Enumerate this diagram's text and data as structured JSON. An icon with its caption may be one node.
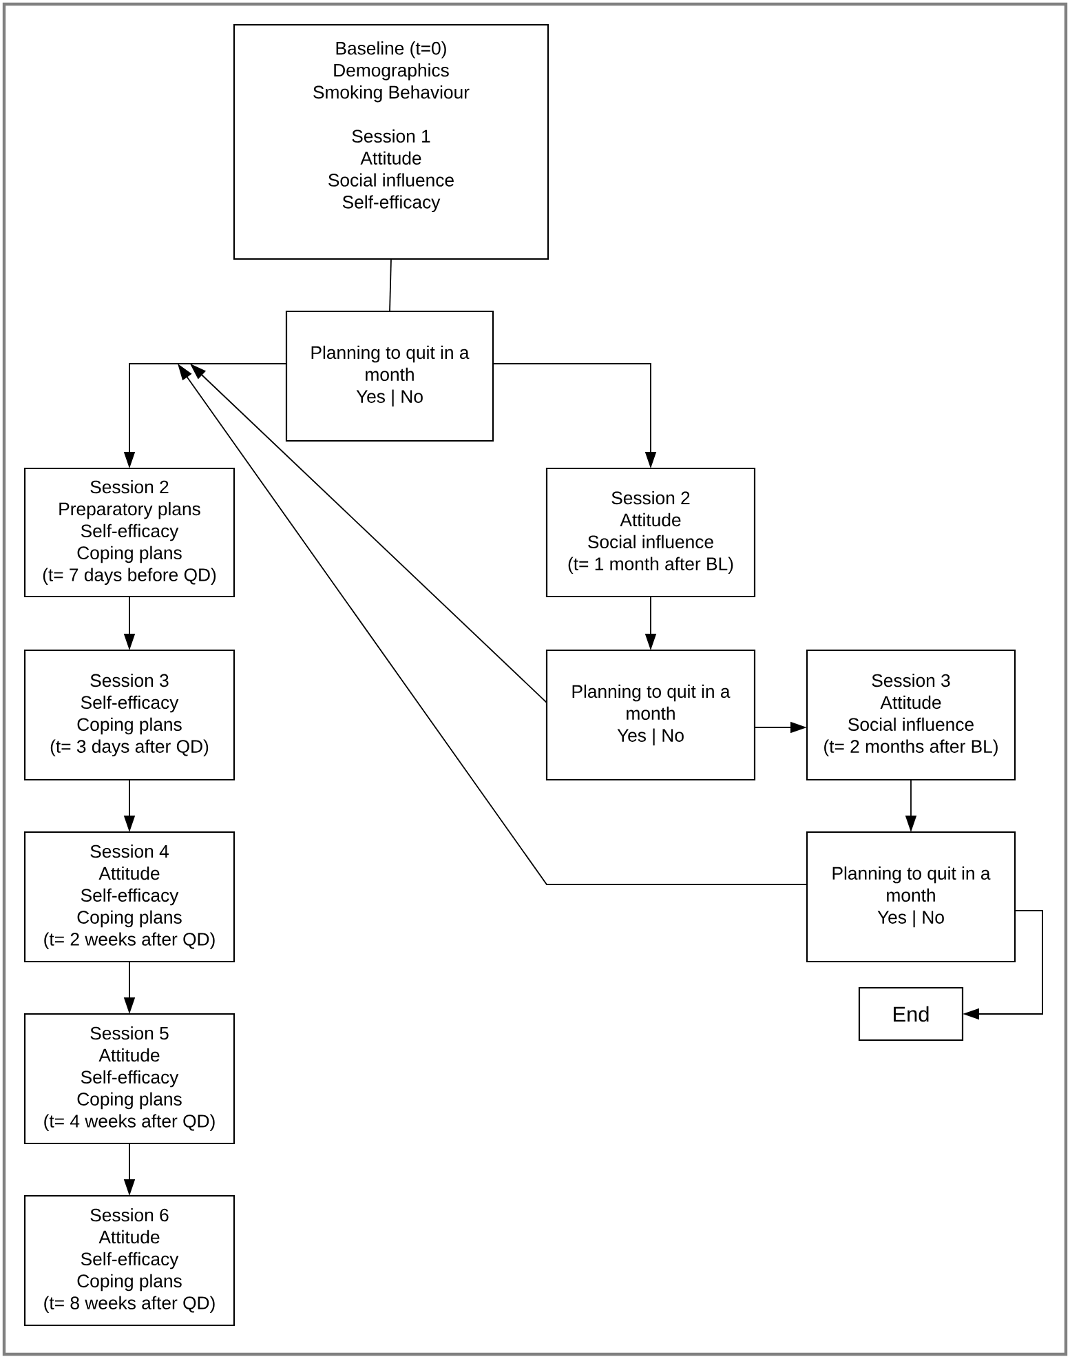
{
  "diagram": {
    "nodes": [
      {
        "text": [
          "Baseline (t=0)",
          "Demographics",
          "Smoking Behaviour",
          "Session 1",
          "Attitude",
          "Social influence",
          "Self-efficacy"
        ]
      },
      {
        "text": [
          "Planning to quit in a month",
          "Yes | No"
        ]
      },
      {
        "text": [
          "Session 2",
          "Preparatory plans",
          "Self-efficacy",
          "Coping plans",
          "(t= 7 days before QD)"
        ]
      },
      {
        "text": [
          "Session 2",
          "Attitude",
          "Social influence",
          "(t= 1 month after BL)"
        ]
      },
      {
        "text": [
          "Session 3",
          "Self-efficacy",
          "Coping plans",
          "(t= 3 days after QD)"
        ]
      },
      {
        "text": [
          "Planning to quit in a month",
          "Yes | No"
        ]
      },
      {
        "text": [
          "Session 3",
          "Attitude",
          "Social influence",
          "(t= 2 months after BL)"
        ]
      },
      {
        "text": [
          "Session 4",
          "Attitude",
          "Self-efficacy",
          "Coping plans",
          "(t= 2 weeks after QD)"
        ]
      },
      {
        "text": [
          "Planning to quit in a month",
          "Yes | No"
        ]
      },
      {
        "text": [
          "End"
        ]
      },
      {
        "text": [
          "Session 5",
          "Attitude",
          "Self-efficacy",
          "Coping plans",
          "(t= 4 weeks after QD)"
        ]
      },
      {
        "text": [
          "Session 6",
          "Attitude",
          "Self-efficacy",
          "Coping plans",
          "(t= 8 weeks after QD)"
        ]
      }
    ],
    "edges": [
      {
        "from": 0,
        "to": 1,
        "arrow": "none"
      },
      {
        "from": 1,
        "to": 2,
        "arrow": "to"
      },
      {
        "from": 1,
        "to": 3,
        "arrow": "to"
      },
      {
        "from": 2,
        "to": 4,
        "arrow": "to"
      },
      {
        "from": 4,
        "to": 7,
        "arrow": "to"
      },
      {
        "from": 7,
        "to": 10,
        "arrow": "to"
      },
      {
        "from": 10,
        "to": 11,
        "arrow": "to"
      },
      {
        "from": 3,
        "to": 5,
        "arrow": "to"
      },
      {
        "from": 5,
        "to": 6,
        "arrow": "to"
      },
      {
        "from": 6,
        "to": 8,
        "arrow": "to"
      },
      {
        "from": 8,
        "to": 9,
        "arrow": "to"
      },
      {
        "from": 5,
        "to": null,
        "arrow": "to"
      },
      {
        "from": 8,
        "to": null,
        "arrow": "to"
      }
    ]
  }
}
